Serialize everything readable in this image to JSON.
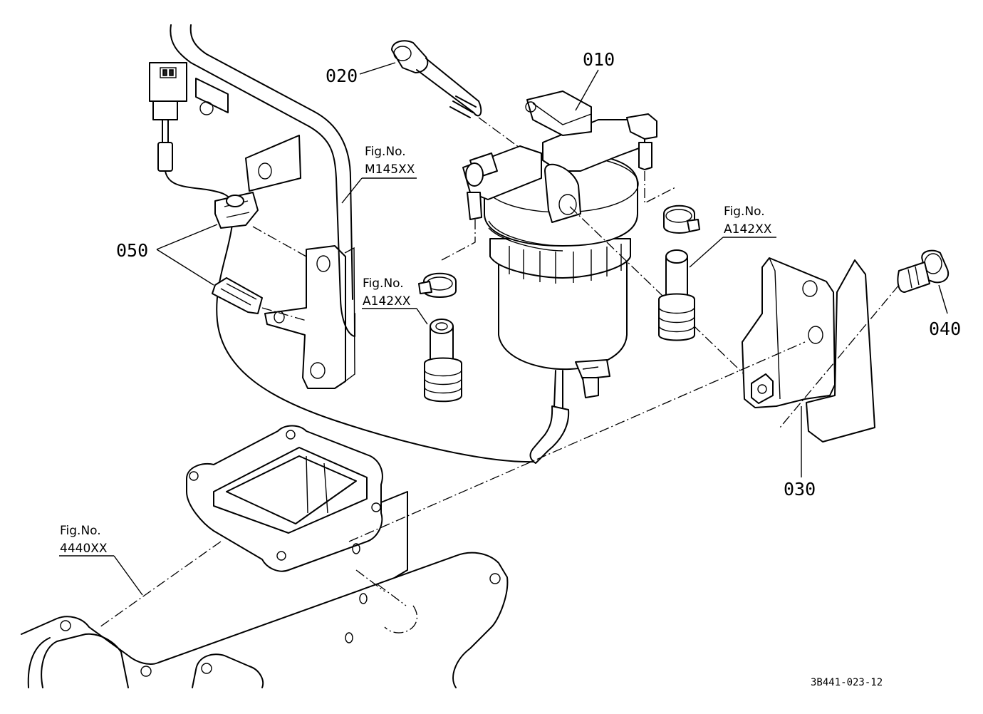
{
  "callouts": {
    "p010": "010",
    "p020": "020",
    "p030": "030",
    "p040": "040",
    "p050": "050"
  },
  "figure_refs": {
    "m145": {
      "prefix": "Fig.No.",
      "code": "M145XX"
    },
    "a142_left": {
      "prefix": "Fig.No.",
      "code": "A142XX"
    },
    "a142_right": {
      "prefix": "Fig.No.",
      "code": "A142XX"
    },
    "f4440": {
      "prefix": "Fig.No.",
      "code": "4440XX"
    }
  },
  "drawing_code": "3B441-023-12"
}
